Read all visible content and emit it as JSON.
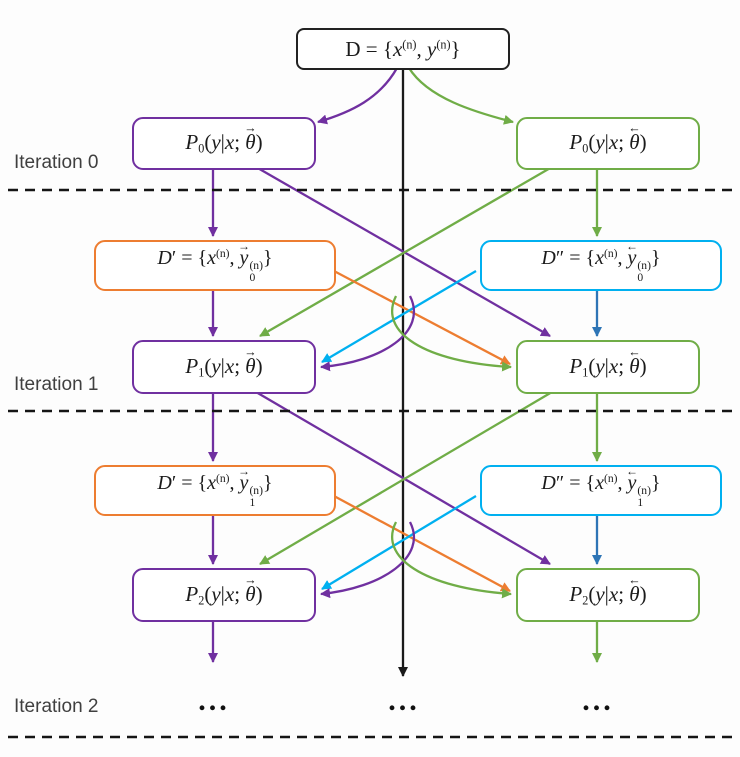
{
  "palette": {
    "purple": "#7030A0",
    "green": "#70AD47",
    "orange": "#ED7D31",
    "cyan": "#00B0F0",
    "blue": "#2E75B6",
    "black": "#1a1a1a",
    "label": "#3f3f3f",
    "bg": "#fdfdfd"
  },
  "labels": {
    "iteration0": "Iteration 0",
    "iteration1": "Iteration 1",
    "iteration2": "Iteration 2",
    "ellipsis": "..."
  },
  "formulas": {
    "d_top": [
      {
        "t": "D"
      },
      {
        "t": " = "
      },
      {
        "t": "{"
      },
      {
        "t": "x",
        "it": 1
      },
      {
        "sup": "(n)"
      },
      {
        "t": ", "
      },
      {
        "t": "y",
        "it": 1
      },
      {
        "sup": "(n)"
      },
      {
        "t": "}"
      }
    ],
    "p0_left": [
      {
        "t": "P",
        "it": 1
      },
      {
        "sub": "0"
      },
      {
        "t": "("
      },
      {
        "t": "y",
        "it": 1
      },
      {
        "t": "|"
      },
      {
        "t": "x",
        "it": 1
      },
      {
        "t": "; "
      },
      {
        "t": "θ",
        "it": 1,
        "arrow": "right"
      },
      {
        "t": ")"
      }
    ],
    "p0_right": [
      {
        "t": "P",
        "it": 1
      },
      {
        "sub": "0"
      },
      {
        "t": "("
      },
      {
        "t": "y",
        "it": 1
      },
      {
        "t": "|"
      },
      {
        "t": "x",
        "it": 1
      },
      {
        "t": "; "
      },
      {
        "t": "θ",
        "it": 1,
        "arrow": "left"
      },
      {
        "t": ")"
      }
    ],
    "d_prime_0": [
      {
        "t": "D",
        "it": 1
      },
      {
        "t": "′"
      },
      {
        "t": " = "
      },
      {
        "t": "{"
      },
      {
        "t": "x",
        "it": 1
      },
      {
        "sup": "(n)"
      },
      {
        "t": ", "
      },
      {
        "t": "y",
        "it": 1,
        "arrow": "right"
      },
      {
        "stack": {
          "sup": "(n)",
          "sub": "0"
        }
      },
      {
        "t": "}"
      }
    ],
    "d_dprime_0": [
      {
        "t": "D",
        "it": 1
      },
      {
        "t": "″"
      },
      {
        "t": " = "
      },
      {
        "t": "{"
      },
      {
        "t": "x",
        "it": 1
      },
      {
        "sup": "(n)"
      },
      {
        "t": ", "
      },
      {
        "t": "y",
        "it": 1,
        "arrow": "left"
      },
      {
        "stack": {
          "sup": "(n)",
          "sub": "0"
        }
      },
      {
        "t": "}"
      }
    ],
    "p1_left": [
      {
        "t": "P",
        "it": 1
      },
      {
        "sub": "1"
      },
      {
        "t": "("
      },
      {
        "t": "y",
        "it": 1
      },
      {
        "t": "|"
      },
      {
        "t": "x",
        "it": 1
      },
      {
        "t": "; "
      },
      {
        "t": "θ",
        "it": 1,
        "arrow": "right"
      },
      {
        "t": ")"
      }
    ],
    "p1_right": [
      {
        "t": "P",
        "it": 1
      },
      {
        "sub": "1"
      },
      {
        "t": "("
      },
      {
        "t": "y",
        "it": 1
      },
      {
        "t": "|"
      },
      {
        "t": "x",
        "it": 1
      },
      {
        "t": "; "
      },
      {
        "t": "θ",
        "it": 1,
        "arrow": "left"
      },
      {
        "t": ")"
      }
    ],
    "d_prime_1": [
      {
        "t": "D",
        "it": 1
      },
      {
        "t": "′"
      },
      {
        "t": " = "
      },
      {
        "t": "{"
      },
      {
        "t": "x",
        "it": 1
      },
      {
        "sup": "(n)"
      },
      {
        "t": ", "
      },
      {
        "t": "y",
        "it": 1,
        "arrow": "right"
      },
      {
        "stack": {
          "sup": "(n)",
          "sub": "1"
        }
      },
      {
        "t": "}"
      }
    ],
    "d_dprime_1": [
      {
        "t": "D",
        "it": 1
      },
      {
        "t": "″"
      },
      {
        "t": " = "
      },
      {
        "t": "{"
      },
      {
        "t": "x",
        "it": 1
      },
      {
        "sup": "(n)"
      },
      {
        "t": ", "
      },
      {
        "t": "y",
        "it": 1,
        "arrow": "left"
      },
      {
        "stack": {
          "sup": "(n)",
          "sub": "1"
        }
      },
      {
        "t": "}"
      }
    ],
    "p2_left": [
      {
        "t": "P",
        "it": 1
      },
      {
        "sub": "2"
      },
      {
        "t": "("
      },
      {
        "t": "y",
        "it": 1
      },
      {
        "t": "|"
      },
      {
        "t": "x",
        "it": 1
      },
      {
        "t": "; "
      },
      {
        "t": "θ",
        "it": 1,
        "arrow": "right"
      },
      {
        "t": ")"
      }
    ],
    "p2_right": [
      {
        "t": "P",
        "it": 1
      },
      {
        "sub": "2"
      },
      {
        "t": "("
      },
      {
        "t": "y",
        "it": 1
      },
      {
        "t": "|"
      },
      {
        "t": "x",
        "it": 1
      },
      {
        "t": "; "
      },
      {
        "t": "θ",
        "it": 1,
        "arrow": "left"
      },
      {
        "t": ")"
      }
    ]
  }
}
